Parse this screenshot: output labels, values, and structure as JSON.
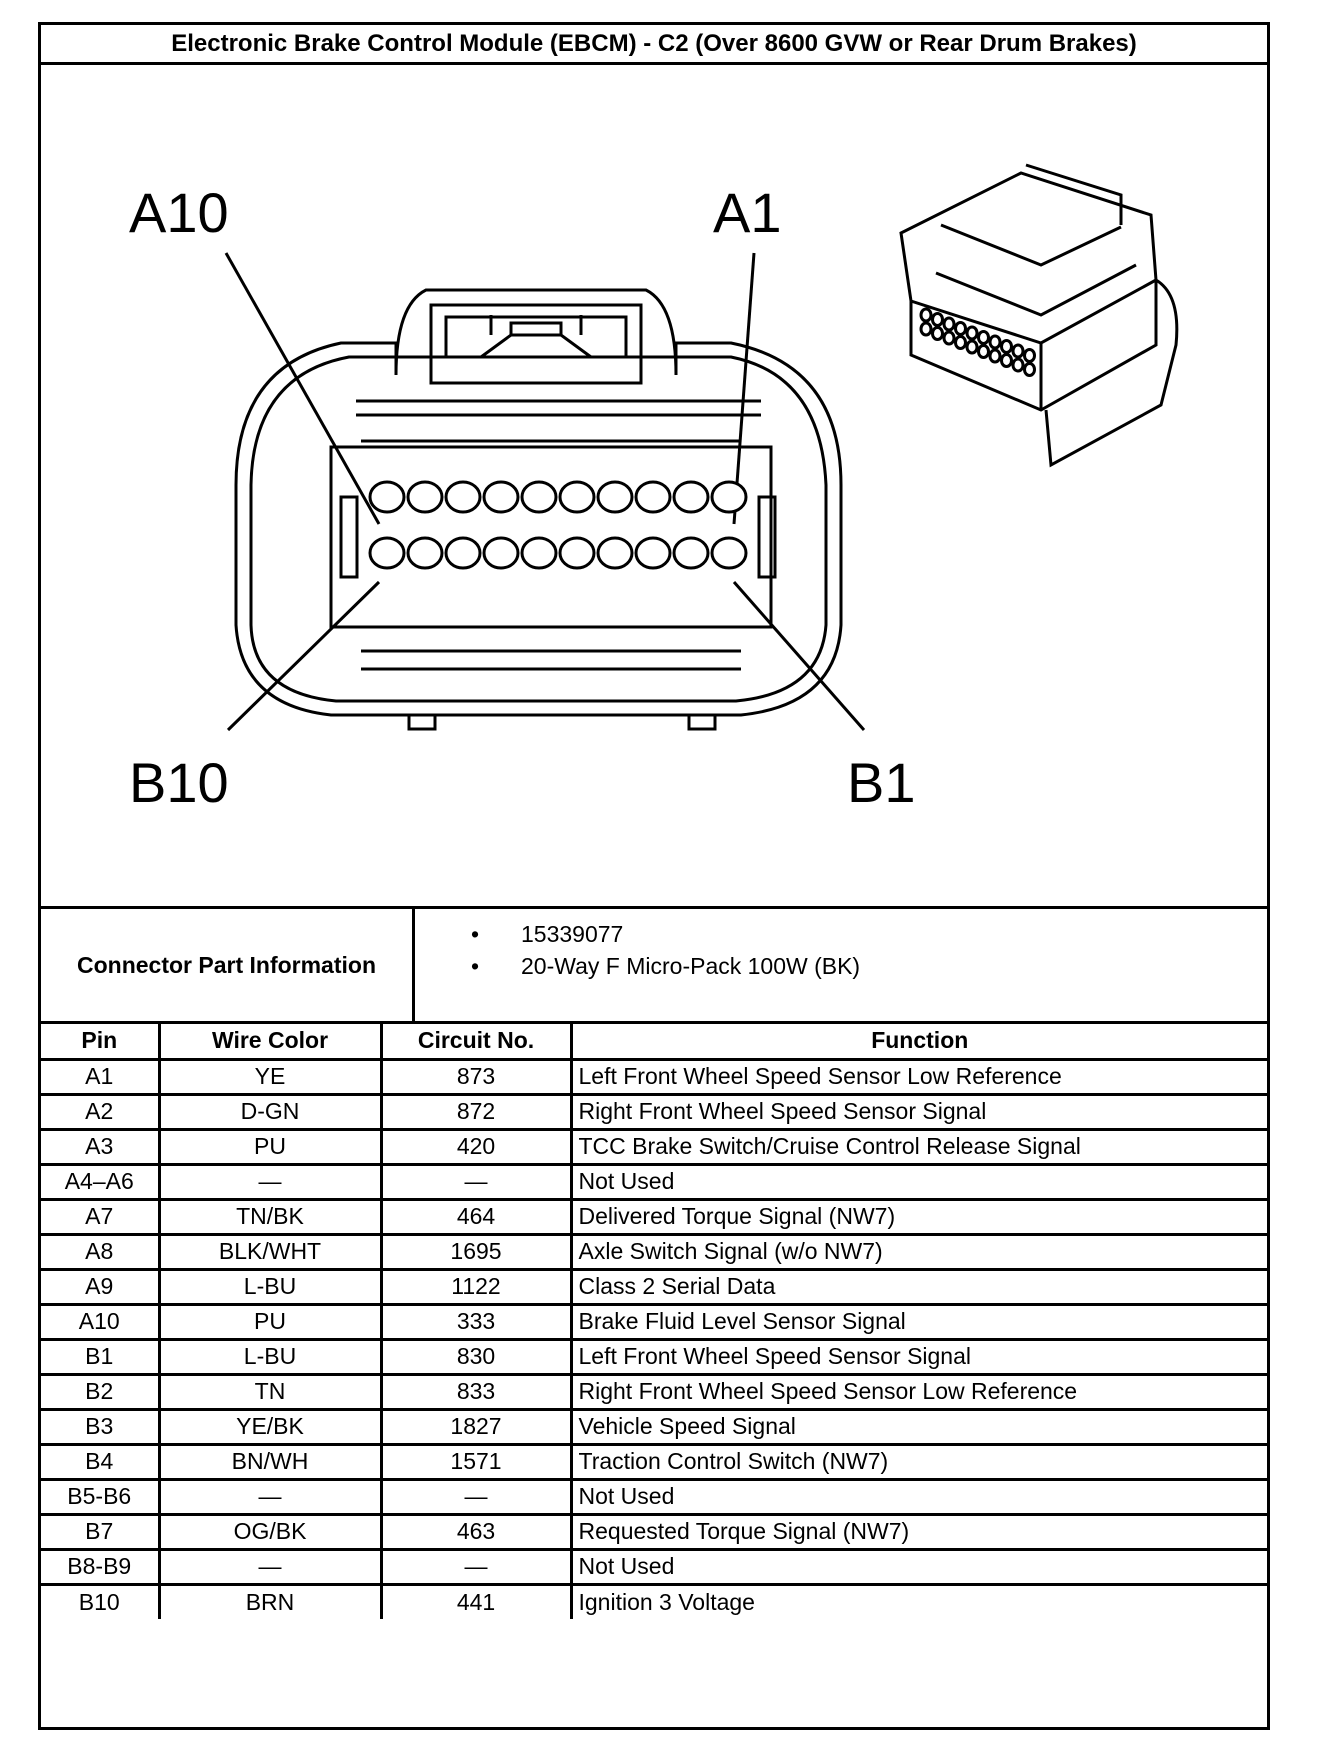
{
  "title": "Electronic Brake Control Module (EBCM) - C2 (Over 8600 GVW or Rear Drum Brakes)",
  "diagram": {
    "labels": {
      "a10": "A10",
      "a1": "A1",
      "b10": "B10",
      "b1": "B1"
    }
  },
  "connector_info": {
    "label": "Connector Part Information",
    "bullet": "•",
    "items": [
      "15339077",
      "20-Way F Micro-Pack 100W (BK)"
    ]
  },
  "table": {
    "headers": {
      "pin": "Pin",
      "wire": "Wire Color",
      "circuit": "Circuit No.",
      "function": "Function"
    },
    "rows": [
      {
        "pin": "A1",
        "wire": "YE",
        "circuit": "873",
        "function": "Left Front Wheel Speed Sensor Low Reference"
      },
      {
        "pin": "A2",
        "wire": "D-GN",
        "circuit": "872",
        "function": "Right Front Wheel Speed Sensor Signal"
      },
      {
        "pin": "A3",
        "wire": "PU",
        "circuit": "420",
        "function": "TCC Brake Switch/Cruise Control Release Signal"
      },
      {
        "pin": "A4–A6",
        "wire": "—",
        "circuit": "—",
        "function": "Not Used"
      },
      {
        "pin": "A7",
        "wire": "TN/BK",
        "circuit": "464",
        "function": "Delivered Torque Signal (NW7)"
      },
      {
        "pin": "A8",
        "wire": "BLK/WHT",
        "circuit": "1695",
        "function": "Axle Switch Signal (w/o NW7)"
      },
      {
        "pin": "A9",
        "wire": "L-BU",
        "circuit": "1122",
        "function": "Class 2 Serial Data"
      },
      {
        "pin": "A10",
        "wire": "PU",
        "circuit": "333",
        "function": "Brake Fluid Level Sensor Signal"
      },
      {
        "pin": "B1",
        "wire": "L-BU",
        "circuit": "830",
        "function": "Left Front Wheel Speed Sensor Signal"
      },
      {
        "pin": "B2",
        "wire": "TN",
        "circuit": "833",
        "function": "Right Front Wheel Speed Sensor Low Reference"
      },
      {
        "pin": "B3",
        "wire": "YE/BK",
        "circuit": "1827",
        "function": "Vehicle Speed Signal"
      },
      {
        "pin": "B4",
        "wire": "BN/WH",
        "circuit": "1571",
        "function": "Traction Control Switch (NW7)"
      },
      {
        "pin": "B5-B6",
        "wire": "—",
        "circuit": "—",
        "function": "Not Used"
      },
      {
        "pin": "B7",
        "wire": "OG/BK",
        "circuit": "463",
        "function": "Requested Torque Signal (NW7)"
      },
      {
        "pin": "B8-B9",
        "wire": "—",
        "circuit": "—",
        "function": "Not Used"
      },
      {
        "pin": "B10",
        "wire": "BRN",
        "circuit": "441",
        "function": "Ignition 3 Voltage"
      }
    ]
  }
}
